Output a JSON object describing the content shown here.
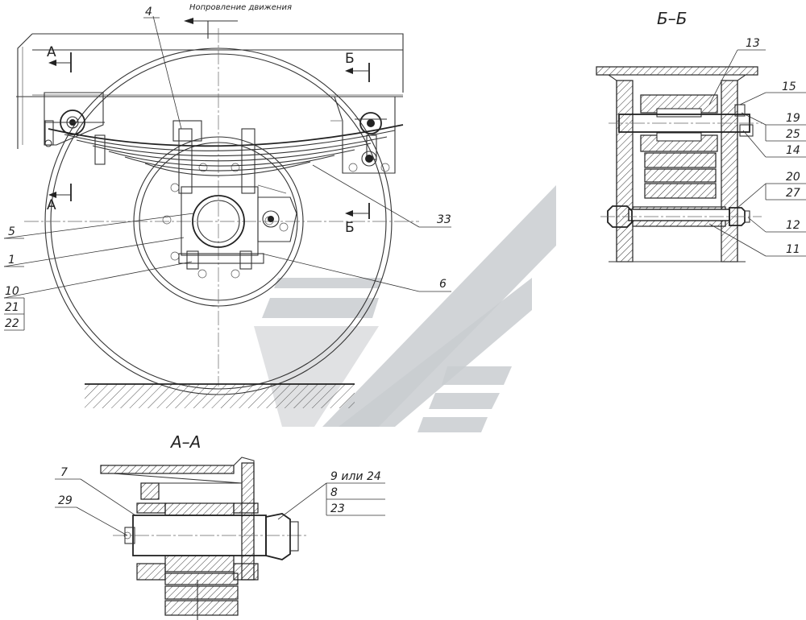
{
  "direction_label": "Нопровление движения",
  "section_titles": {
    "bb": "Б–Б",
    "aa": "А–А"
  },
  "cut_marks": {
    "a_top": "А",
    "a_bottom": "А",
    "b_top": "Б",
    "b_bottom": "Б"
  },
  "main_view_labels": {
    "l4": "4",
    "l5": "5",
    "l1": "1",
    "l10": "10",
    "l21": "21",
    "l22": "22",
    "l6": "6",
    "l33": "33"
  },
  "bb_labels": {
    "l13": "13",
    "l15": "15",
    "l19": "19",
    "l25": "25",
    "l14": "14",
    "l20": "20",
    "l27": "27",
    "l12": "12",
    "l11": "11"
  },
  "aa_labels": {
    "l7": "7",
    "l29": "29",
    "l9_24": "9 или 24",
    "l8": "8",
    "l23": "23"
  }
}
